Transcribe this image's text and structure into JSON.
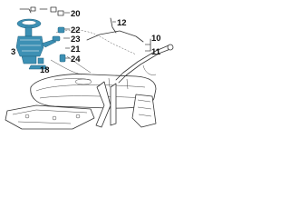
{
  "diagram": {
    "highlight_color": "#3d90b4",
    "line_color": "#333333",
    "callouts": [
      {
        "id": "c20",
        "text": "20"
      },
      {
        "id": "c22",
        "text": "22"
      },
      {
        "id": "c23",
        "text": "23"
      },
      {
        "id": "c21",
        "text": "21"
      },
      {
        "id": "c24",
        "text": "24"
      },
      {
        "id": "c18",
        "text": "18"
      },
      {
        "id": "c3",
        "text": "3"
      },
      {
        "id": "c12",
        "text": "12"
      },
      {
        "id": "c10",
        "text": "10"
      },
      {
        "id": "c11",
        "text": "11"
      }
    ]
  }
}
